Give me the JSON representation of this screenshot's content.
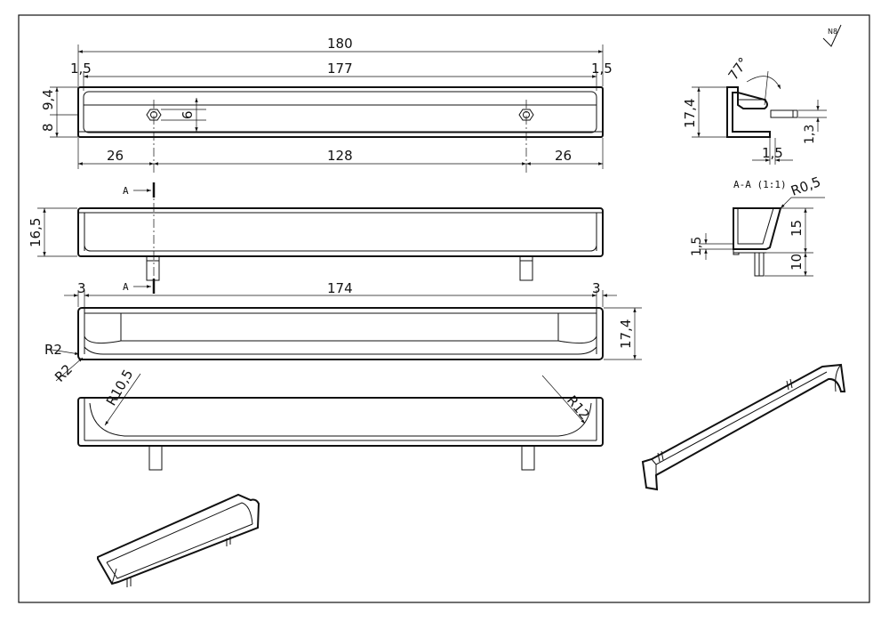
{
  "surface_finish": {
    "symbol": "N8"
  },
  "top_view": {
    "overall_length": "180",
    "inner_length": "177",
    "wall_left": "1,5",
    "wall_right": "1,5",
    "height_upper": "9,4",
    "height_lower": "8",
    "hole_dim": "6",
    "offset_left": "26",
    "hole_spacing": "128",
    "offset_right": "26"
  },
  "front_view": {
    "height": "16,5",
    "section_label_top": "A",
    "section_label_bottom": "A"
  },
  "top_view_2": {
    "end_left": "3",
    "inner_length": "174",
    "end_right": "3",
    "depth": "17,4",
    "radius_outer": "R2",
    "radius_inner": "R2"
  },
  "rear_view": {
    "radius_left": "R10,5",
    "radius_right": "R12"
  },
  "side_view": {
    "height": "17,4",
    "angle": "77°",
    "wall": "1,5",
    "pin": "1,3"
  },
  "section_view": {
    "title": "A-A (1:1)",
    "radius": "R0,5",
    "height_upper": "15",
    "height_lower": "10",
    "thickness": "1,5"
  }
}
